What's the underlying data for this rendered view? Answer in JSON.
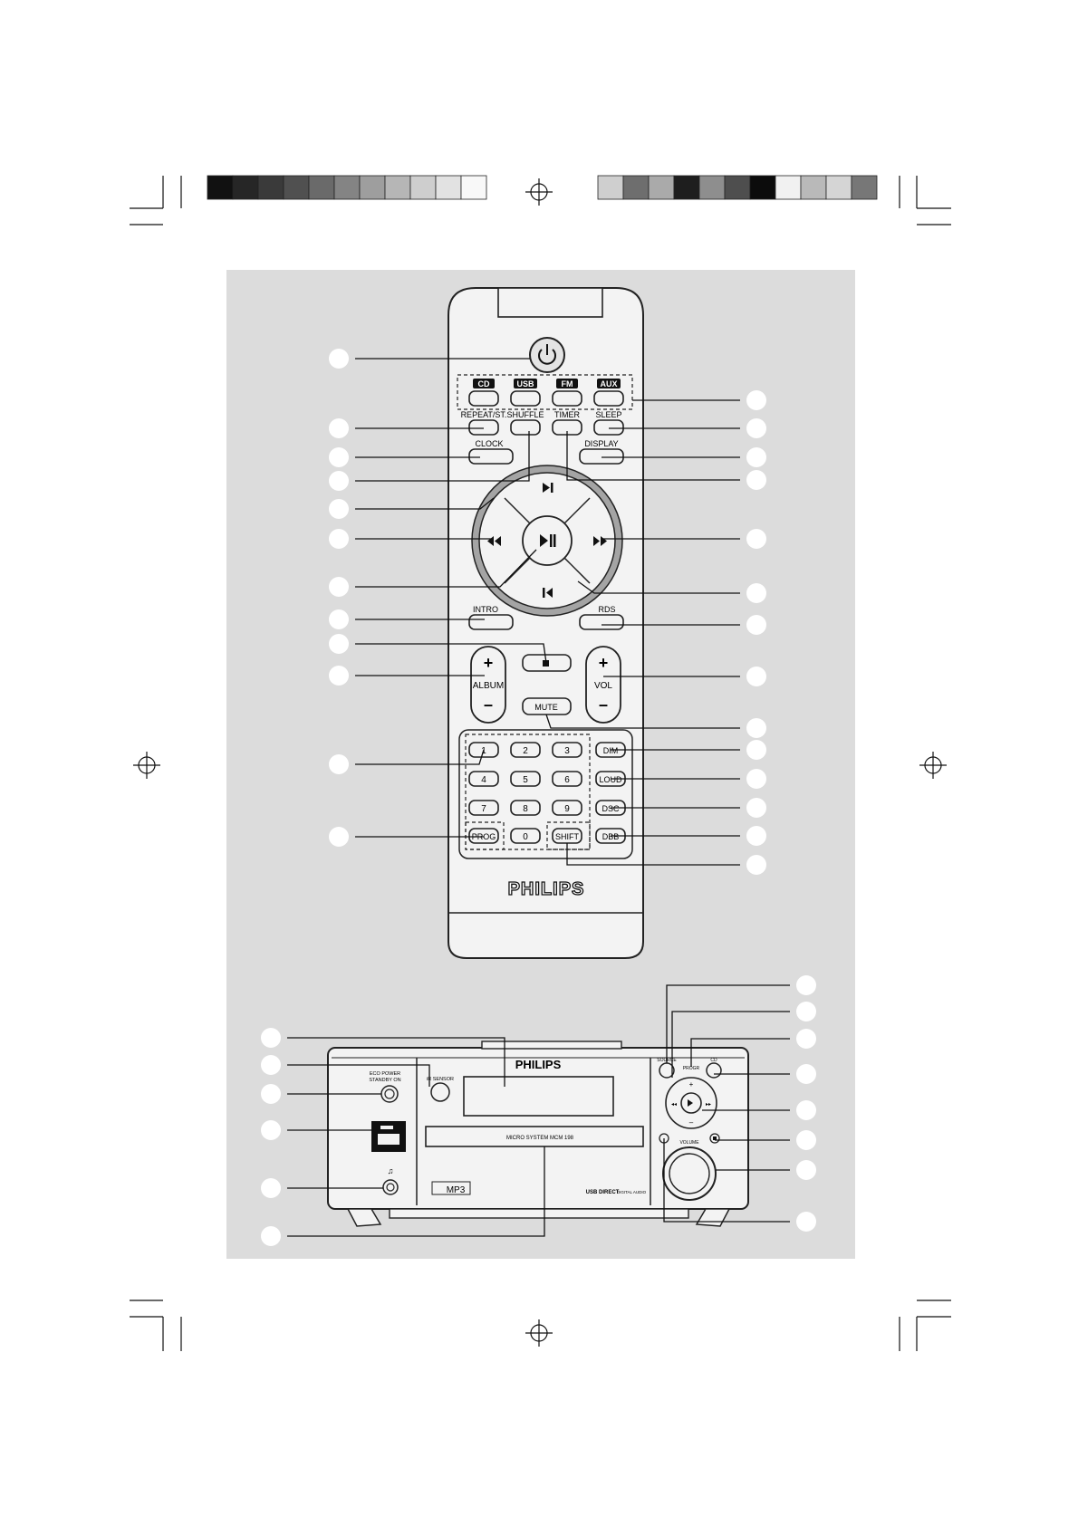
{
  "remote": {
    "source_labels": [
      "CD",
      "USB",
      "FM",
      "AUX"
    ],
    "row2_labels": [
      "REPEAT/ST.",
      "SHUFFLE",
      "TIMER",
      "SLEEP"
    ],
    "clock_label": "CLOCK",
    "display_label": "DISPLAY",
    "intro_label": "INTRO",
    "rds_label": "RDS",
    "album_label": "ALBUM",
    "vol_label": "VOL",
    "plus": "+",
    "minus": "–",
    "mute_label": "MUTE",
    "digits": [
      "1",
      "2",
      "3",
      "4",
      "5",
      "6",
      "7",
      "8",
      "9",
      "0"
    ],
    "side_labels": [
      "DIM",
      "LOUD",
      "DSC",
      "DBB"
    ],
    "prog_label": "PROG",
    "shift_label": "SHIFT",
    "brand": "PHILIPS",
    "icons": {
      "power": "power-icon",
      "play_next": "play-next-icon",
      "rewind": "rewind-icon",
      "forward": "fast-forward-icon",
      "play_pause": "play-pause-icon",
      "prev": "previous-icon",
      "stop": "stop-icon"
    }
  },
  "main_unit": {
    "brand": "PHILIPS",
    "model_text": "MICRO SYSTEM MCM 198",
    "mp3_label": "MP3",
    "eco_power_label": "ECO POWER",
    "standby_label": "STANDBY ON",
    "ir_label": "iR SENSOR",
    "usb_direct_label": "USB DIRECT",
    "cd_logo_text": "DIGITAL AUDIO",
    "source_label": "SOURCE",
    "cd_label": "CD",
    "progr_label": "PROGR",
    "volume_label": "VOLUME"
  },
  "colors": {
    "panel_bg": "#dcdcdc",
    "remote_body": "#f3f3f3",
    "outline": "#222222",
    "nav_ring": "#9a9a9a",
    "callout_fill": "#ffffff"
  },
  "color_bar": {
    "left": [
      "#111111",
      "#262626",
      "#3a3a3a",
      "#505050",
      "#6a6a6a",
      "#848484",
      "#9e9e9e",
      "#b6b6b6",
      "#cecece",
      "#e2e2e2",
      "#f8f8f8"
    ],
    "right": [
      "#cfcfcf",
      "#6e6e6e",
      "#aaaaaa",
      "#1e1e1e",
      "#8e8e8e",
      "#4e4e4e",
      "#0c0c0c",
      "#f1f1f1",
      "#b9b9b9",
      "#d5d5d5",
      "#777777"
    ]
  }
}
